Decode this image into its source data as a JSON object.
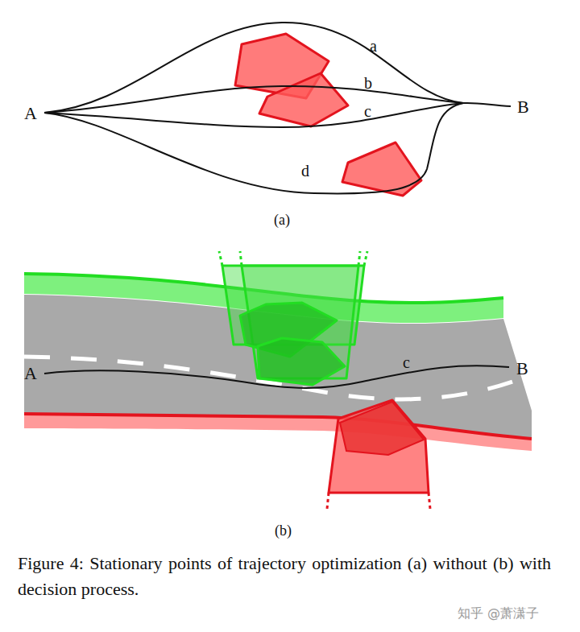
{
  "diagram": {
    "caption": "Figure 4: Stationary points of trajectory optimization (a) without (b) with decision process.",
    "labels": [
      "A",
      "B",
      "a",
      "b",
      "c",
      "d",
      "(a)",
      "A",
      "B",
      "c",
      "(b)",
      "知乎 @萧潇子"
    ]
  }
}
